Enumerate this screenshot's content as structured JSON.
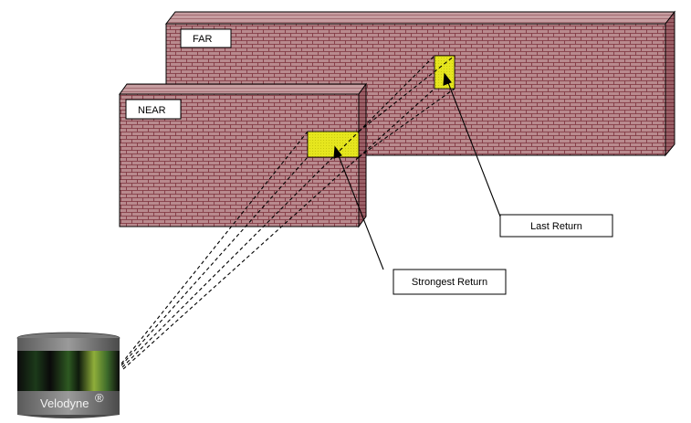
{
  "labels": {
    "far": "FAR",
    "near": "NEAR",
    "last_return": "Last Return",
    "strongest_return": "Strongest Return"
  },
  "sensor": {
    "brand": "Velodyne",
    "mark": "®"
  },
  "colors": {
    "wall_brick": "#b98a8e",
    "mortar": "#7b2f3a",
    "wall_top": "#c79ea1",
    "wall_side": "#9a5f66",
    "target_highlight": "#e6e61e",
    "outline": "#000000"
  }
}
